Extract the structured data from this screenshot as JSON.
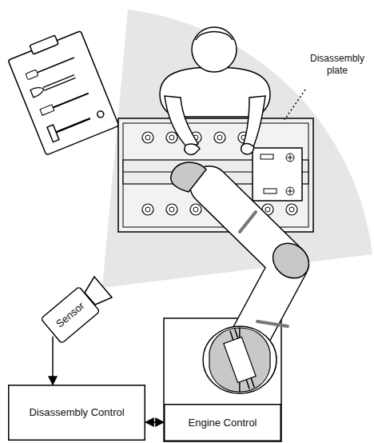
{
  "diagram": {
    "nodes": [
      {
        "text": [
          "Sensor"
        ]
      },
      {
        "text": [
          "Disassembly Control"
        ]
      },
      {
        "text": [
          "Engine Control"
        ]
      }
    ],
    "edges": [
      {
        "from": 0,
        "to": 1,
        "arrow": "to"
      },
      {
        "from": 1,
        "to": 2,
        "arrow": "both"
      }
    ],
    "labels": [
      "Disassembly plate"
    ]
  }
}
